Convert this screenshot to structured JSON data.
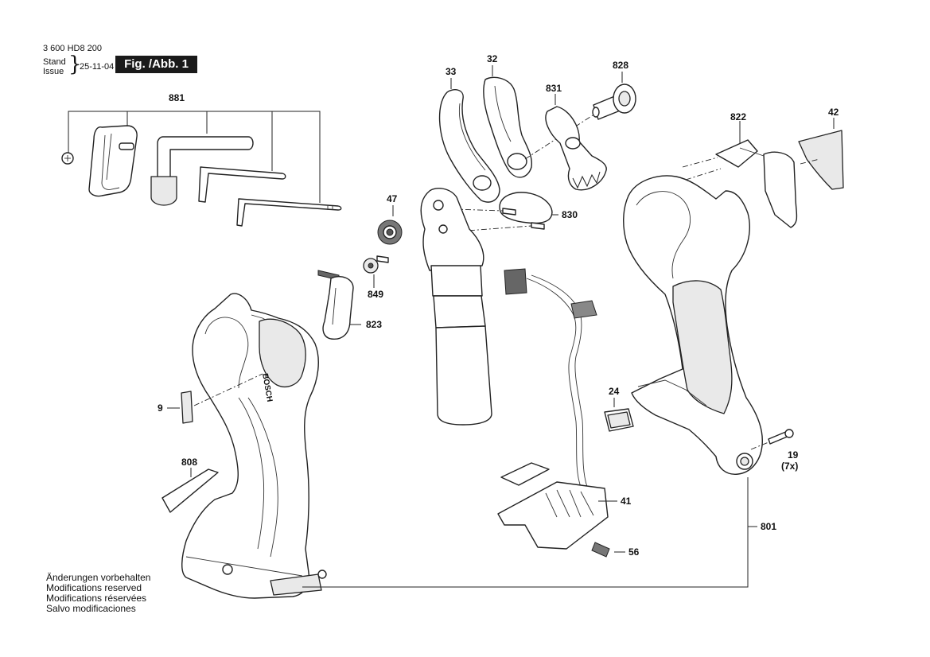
{
  "header": {
    "doc_number": "3 600 HD8 200",
    "stand_label": "Stand",
    "issue_label": "Issue",
    "date": "25-11-04",
    "figure_label": "Fig. /Abb. 1"
  },
  "notes": [
    "Änderungen vorbehalten",
    "Modifications reserved",
    "Modifications réservées",
    "Salvo modificaciones"
  ],
  "callouts": {
    "p881": "881",
    "p33": "33",
    "p32": "32",
    "p828": "828",
    "p831": "831",
    "p822": "822",
    "p42": "42",
    "p47": "47",
    "p830": "830",
    "p849": "849",
    "p823": "823",
    "p9": "9",
    "p808": "808",
    "p24": "24",
    "p19": "19",
    "p19_qty": "(7x)",
    "p41": "41",
    "p801": "801",
    "p56": "56"
  },
  "brand_on_handle": "BOSCH"
}
